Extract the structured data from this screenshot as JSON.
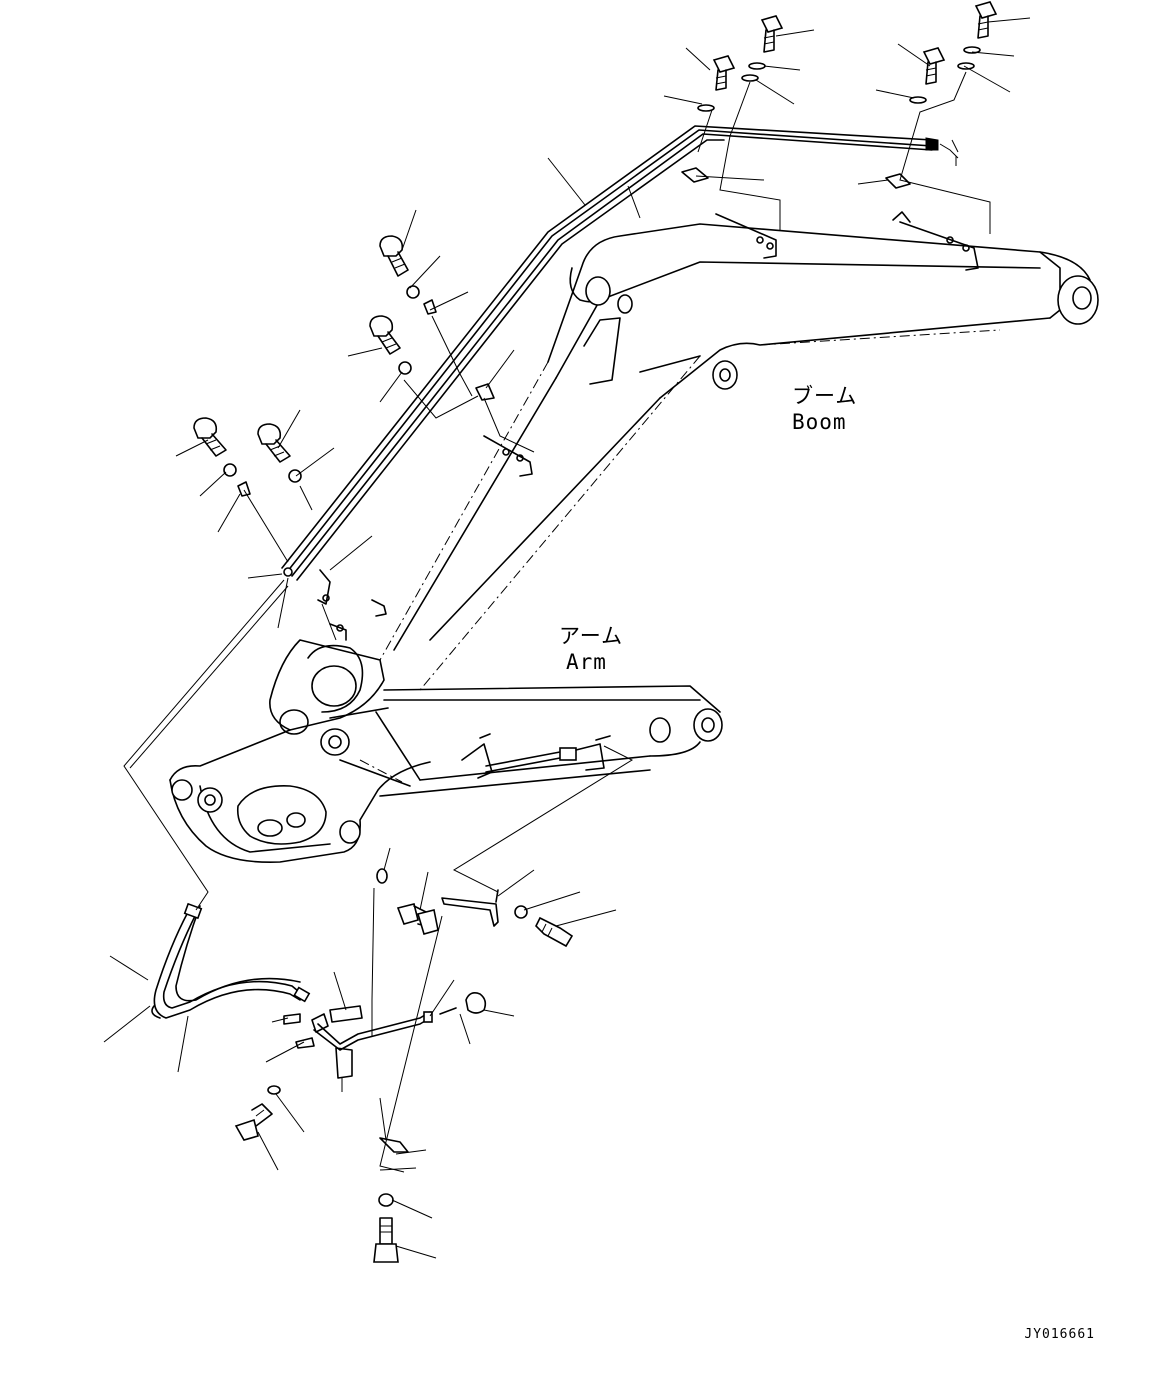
{
  "labels": {
    "boom_jp": "ブーム",
    "boom_en": "Boom",
    "arm_jp": "アーム",
    "arm_en": "Arm"
  },
  "drawing_id": "JY016661"
}
